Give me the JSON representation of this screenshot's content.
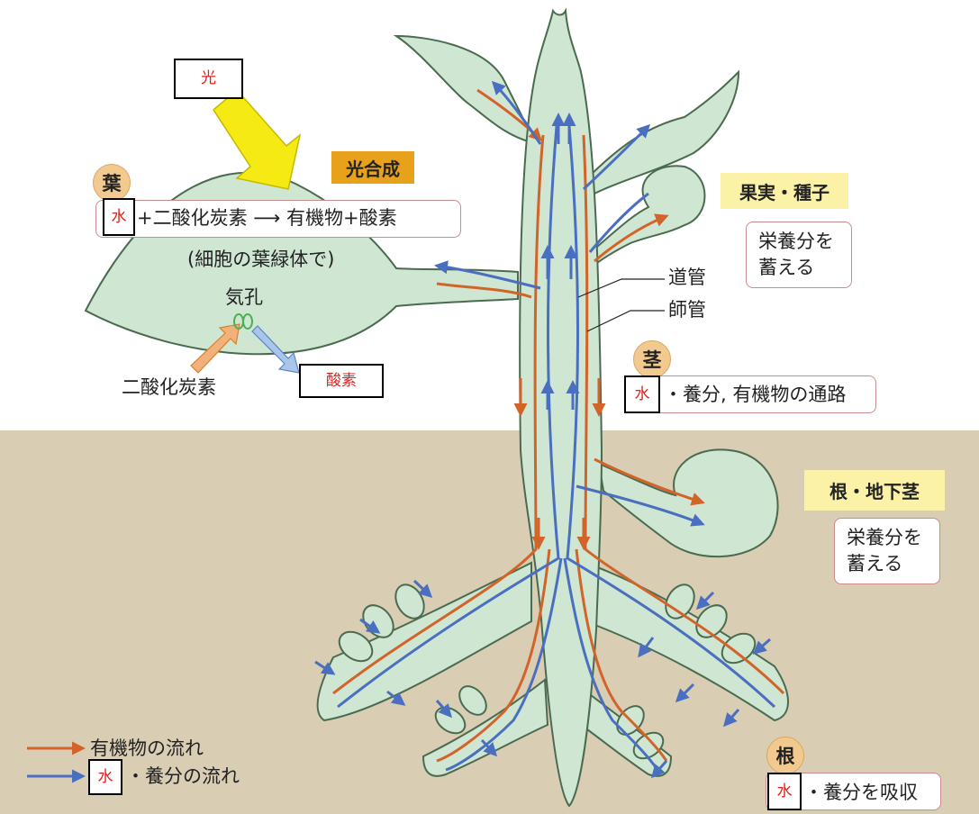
{
  "light_box": "光",
  "photosynthesis": {
    "title": "光合成",
    "leaf_badge": "葉",
    "blank": "水",
    "equation": "+二酸化炭素 ⟶ 有機物+酸素",
    "note": "(細胞の葉緑体で)"
  },
  "stoma": "気孔",
  "co2_label": "二酸化炭素",
  "oxygen_box": "酸素",
  "vessels": {
    "xylem": "道管",
    "phloem": "師管"
  },
  "fruit": {
    "title": "果実・種子",
    "desc_line1": "栄養分を",
    "desc_line2": "蓄える"
  },
  "stem": {
    "badge": "茎",
    "blank": "水",
    "desc": "・養分, 有機物の通路"
  },
  "root_tuber": {
    "title": "根・地下茎",
    "desc_line1": "栄養分を",
    "desc_line2": "蓄える"
  },
  "root": {
    "badge": "根",
    "blank": "水",
    "desc": "・養分を吸収"
  },
  "legend": [
    {
      "text": "有機物の流れ",
      "color": "#d2642a"
    },
    {
      "blank": "水",
      "text": "・養分の流れ",
      "color": "#4a6fc0"
    }
  ],
  "colors": {
    "organic": "#d2642a",
    "water": "#4a6fc0",
    "plant": "#cfe6d2",
    "outline": "#4a6b50",
    "soil": "#d9cdb4",
    "sun": "#f5ea14"
  }
}
